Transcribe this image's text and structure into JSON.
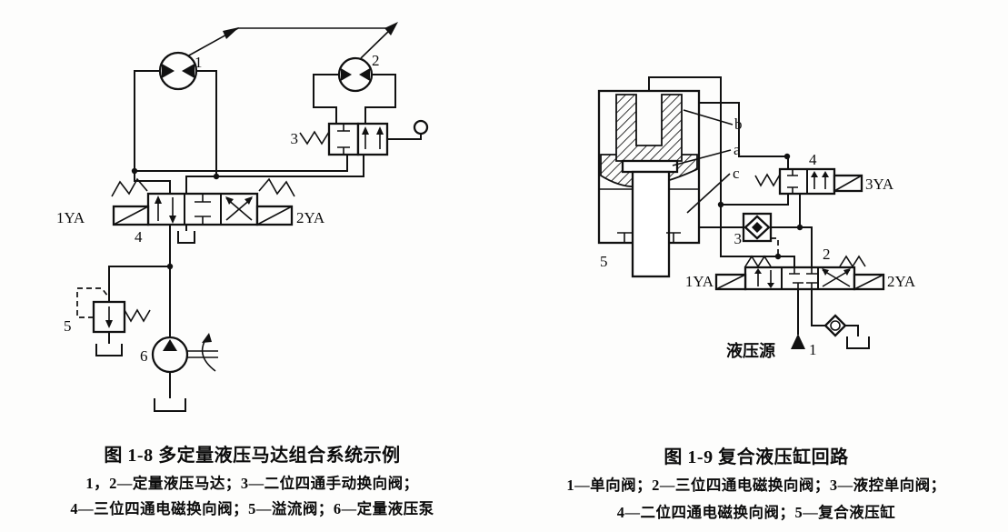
{
  "fig8": {
    "labels": {
      "motor1": "1",
      "motor2": "2",
      "valve3": "3",
      "valve4": "4",
      "relief5": "5",
      "pump6": "6",
      "sol_left": "1YA",
      "sol_right": "2YA"
    },
    "caption_title": "图 1-8  多定量液压马达组合系统示例",
    "caption_line1": "1，2—定量液压马达；3—二位四通手动换向阀；",
    "caption_line2": "4—三位四通电磁换向阀；5—溢流阀；6—定量液压泵"
  },
  "fig9": {
    "labels": {
      "check1": "1",
      "valve2": "2",
      "pilot_check3": "3",
      "valve4": "4",
      "cylinder5": "5",
      "part_a": "a",
      "part_b": "b",
      "part_c": "c",
      "sol_1ya": "1YA",
      "sol_2ya": "2YA",
      "sol_3ya": "3YA",
      "source": "液压源"
    },
    "caption_title": "图 1-9  复合液压缸回路",
    "caption_line1": "1—单向阀；2—三位四通电磁换向阀；3—液控单向阀；",
    "caption_line2": "4—二位四通电磁换向阀；5—复合液压缸"
  }
}
